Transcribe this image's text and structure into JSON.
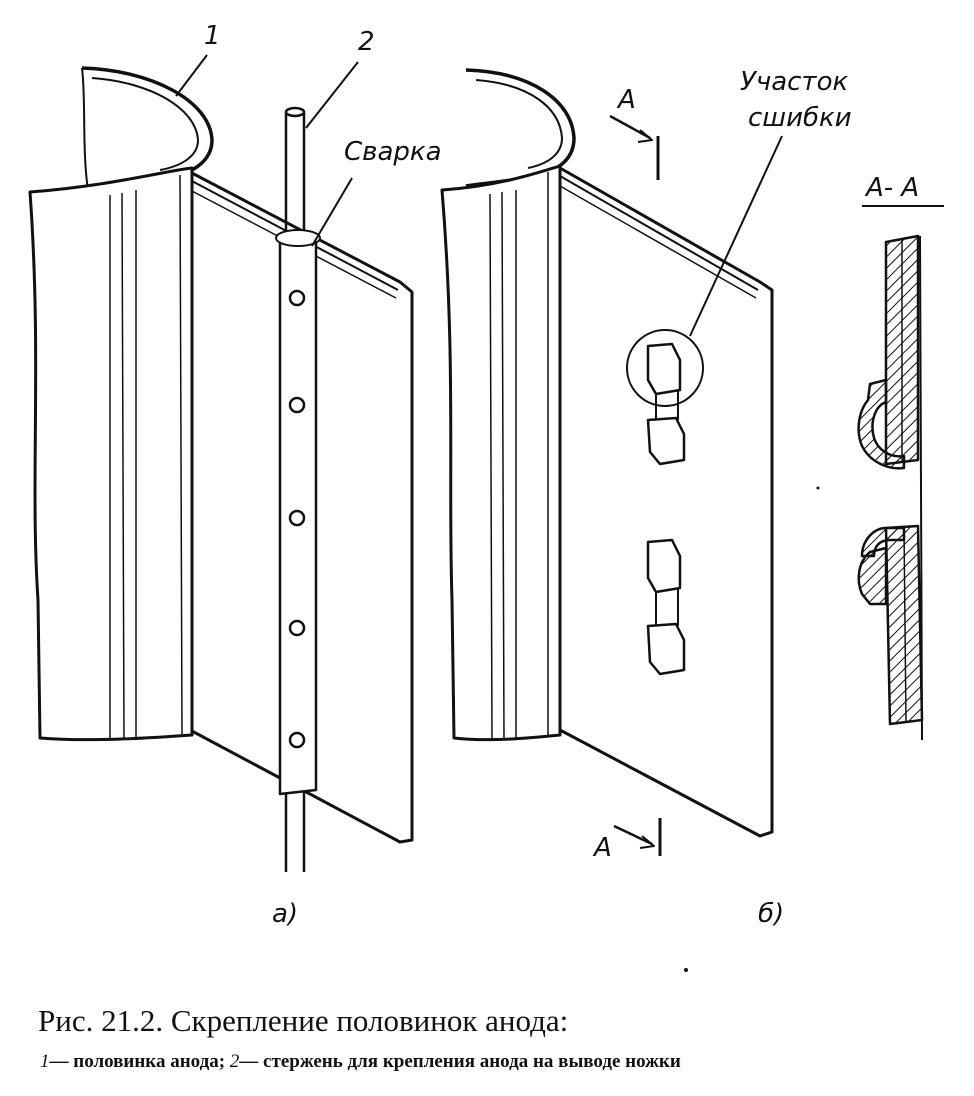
{
  "figure": {
    "labels": {
      "half_number": "1",
      "rod_number": "2",
      "welding": "Сварка",
      "bend_area_line1": "Участок",
      "bend_area_line2": "сшибки",
      "section_mark_top": "А",
      "section_mark_bottom": "А",
      "section_title": "А- А",
      "variant_a": "а)",
      "variant_b": "б)"
    }
  },
  "caption": {
    "title": "Рис.  21.2. Скрепление половинок анода:",
    "legend": {
      "item1_num": "1",
      "item1_text": "— половинка анода; ",
      "item2_num": "2",
      "item2_text": "— стержень для крепления анода на выводе ножки"
    }
  }
}
